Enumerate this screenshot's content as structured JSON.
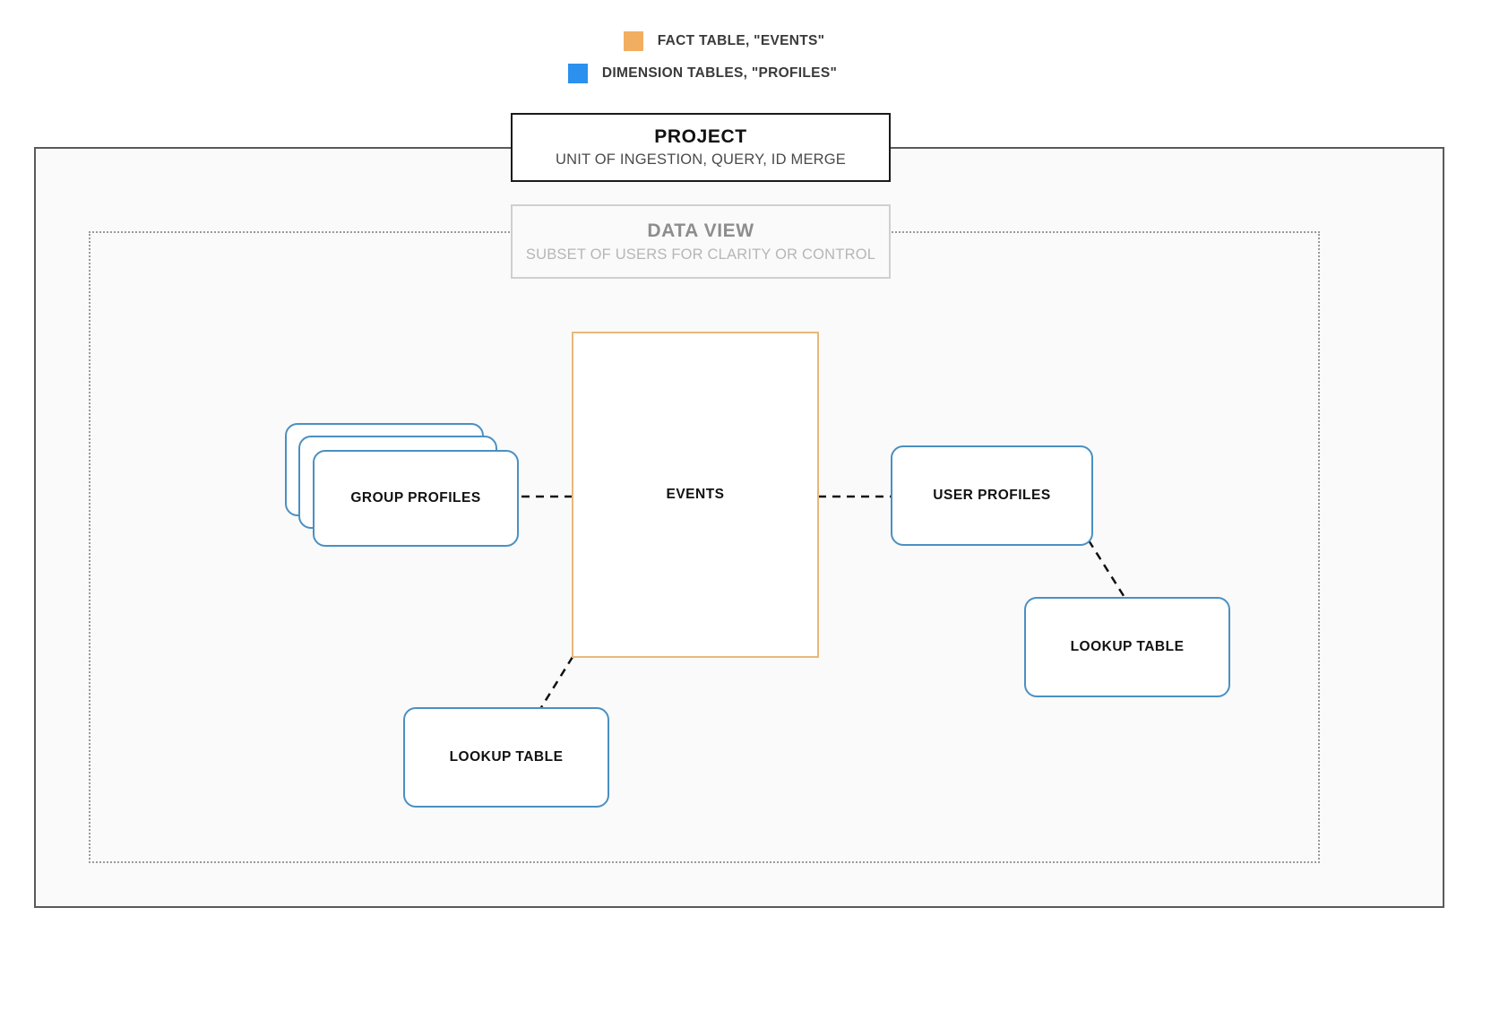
{
  "legend": {
    "items": [
      {
        "label": "FACT TABLE, \"EVENTS\"",
        "color": "#f2ae60",
        "swatch_name": "fact-table-swatch"
      },
      {
        "label": "DIMENSION TABLES, \"PROFILES\"",
        "color": "#2b90ee",
        "swatch_name": "dimension-tables-swatch"
      }
    ]
  },
  "project": {
    "title": "PROJECT",
    "subtitle": "UNIT OF INGESTION, QUERY, ID MERGE"
  },
  "data_view": {
    "title": "DATA VIEW",
    "subtitle": "SUBSET OF USERS FOR CLARITY OR CONTROL"
  },
  "nodes": {
    "events": {
      "label": "EVENTS"
    },
    "group_profiles": {
      "label": "GROUP PROFILES"
    },
    "user_profiles": {
      "label": "USER PROFILES"
    },
    "lookup_left": {
      "label": "LOOKUP TABLE"
    },
    "lookup_right": {
      "label": "LOOKUP TABLE"
    }
  },
  "colors": {
    "fact_border": "#e8b87a",
    "dimension_border": "#4a90c2",
    "project_border": "#1a1a1a",
    "data_view_border": "#cfcfcf",
    "connector": "#111111",
    "project_fill": "#fafafa"
  },
  "connectors": [
    {
      "name": "group-profiles-to-events",
      "from": "group_profiles",
      "to": "events",
      "style": "dashed"
    },
    {
      "name": "events-to-user-profiles",
      "from": "events",
      "to": "user_profiles",
      "style": "dashed"
    },
    {
      "name": "user-profiles-to-lookup-right",
      "from": "user_profiles",
      "to": "lookup_right",
      "style": "dashed"
    },
    {
      "name": "events-to-lookup-left",
      "from": "events",
      "to": "lookup_left",
      "style": "dashed"
    }
  ]
}
